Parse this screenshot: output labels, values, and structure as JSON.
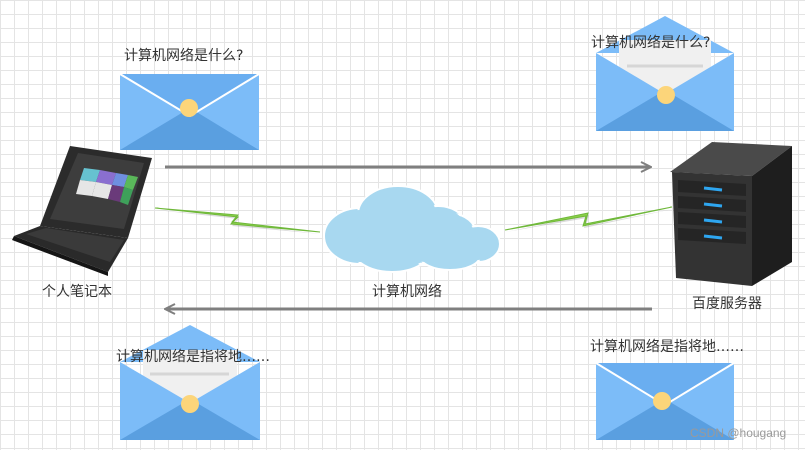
{
  "nodes": {
    "laptop": {
      "label": "个人笔记本"
    },
    "network": {
      "label": "计算机网络"
    },
    "server": {
      "label": "百度服务器"
    }
  },
  "messages": {
    "request_sent": "计算机网络是什么?",
    "request_received": "计算机网络是什么?",
    "response_received": "计算机网络是指将地……",
    "response_sent": "计算机网络是指将地……"
  },
  "watermark": "CSDN @hougang",
  "colors": {
    "envelope": "#7cbcf8",
    "envelope_flap": "#5a9fe0",
    "seal": "#fcd57a",
    "arrow": "#7f7f7f",
    "lightning": "#8cd04a",
    "cloud": "#a8d8f0",
    "server": "#2e2e2e",
    "server_led": "#2ea6f0"
  }
}
